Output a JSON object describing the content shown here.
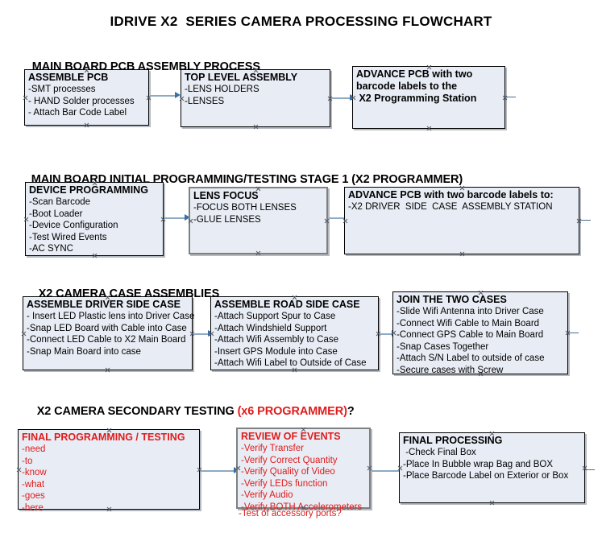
{
  "doc": {
    "title": "IDRIVE X2  SERIES CAMERA PROCESSING FLOWCHART"
  },
  "colors": {
    "box_fill": "#e8edf5",
    "box_border": "#000000",
    "box_border_gray": "#808080",
    "red_text": "#e01b1b",
    "arrow_shaft": "#8ea9c4",
    "arrow_head": "#3a6fa8"
  },
  "sections": [
    {
      "id": "main-board-pcb-assembly",
      "heading": "MAIN BOARD PCB ASSEMBLY PROCESS",
      "heading_red": "",
      "heading_tail": "",
      "boxes": [
        {
          "id": "assemble-pcb",
          "title": "ASSEMBLE PCB",
          "lines": [
            "-SMT processes",
            "- HAND Solder processes",
            "- Attach Bar Code Label"
          ]
        },
        {
          "id": "top-level-assembly",
          "title": "TOP LEVEL ASSEMBLY",
          "lines": [
            "-LENS HOLDERS",
            "-LENSES"
          ]
        },
        {
          "id": "advance-pcb-to-programming-station",
          "title": "ADVANCE PCB with two",
          "lines": [
            "barcode labels to the",
            " X2 Programming Station"
          ]
        }
      ]
    },
    {
      "id": "main-board-initial-programming",
      "heading": "MAIN BOARD INITIAL PROGRAMMING/TESTING STAGE 1 (X2 PROGRAMMER)",
      "heading_red": "",
      "heading_tail": "",
      "boxes": [
        {
          "id": "device-programming",
          "title": "DEVICE PROGRAMMING",
          "lines": [
            "-Scan Barcode",
            "-Boot Loader",
            "-Device Configuration",
            "-Test Wired Events",
            "-AC SYNC"
          ]
        },
        {
          "id": "lens-focus",
          "title": "LENS FOCUS",
          "lines": [
            "-FOCUS BOTH LENSES",
            "-GLUE LENSES"
          ]
        },
        {
          "id": "advance-pcb-to-driver-side-case",
          "title": "ADVANCE PCB with two barcode labels to:",
          "lines": [
            "-X2 DRIVER  SIDE  CASE  ASSEMBLY STATION"
          ]
        }
      ]
    },
    {
      "id": "x2-camera-case-assemblies",
      "heading": "X2 CAMERA CASE ASSEMBLIES",
      "heading_red": "",
      "heading_tail": "",
      "boxes": [
        {
          "id": "assemble-driver-side-case",
          "title": "ASSEMBLE DRIVER SIDE CASE",
          "lines": [
            "- Insert LED Plastic lens into Driver Case",
            "-Snap LED Board with Cable into Case",
            "-Connect LED Cable to X2 Main Board",
            "-Snap Main Board into case"
          ]
        },
        {
          "id": "assemble-road-side-case",
          "title": "ASSEMBLE ROAD SIDE CASE",
          "lines": [
            "-Attach Support Spur to Case",
            "-Attach Windshield Support",
            "-Attach Wifi Assembly to Case",
            "-Insert GPS Module into Case",
            "-Attach Wifi Label to Outside of Case"
          ]
        },
        {
          "id": "join-the-two-cases",
          "title": "JOIN THE TWO CASES",
          "lines": [
            "-Slide Wifi Antenna into Driver Case",
            "-Connect Wifi Cable to Main Board",
            "-Connect GPS Cable to Main Board",
            "-Snap Cases Together",
            "-Attach S/N Label to outside of case",
            "-Secure cases with Screw"
          ]
        }
      ]
    },
    {
      "id": "x2-camera-secondary-testing",
      "heading": "X2 CAMERA SECONDARY TESTING ",
      "heading_red": "(x6 PROGRAMMER)",
      "heading_tail": "?",
      "boxes": [
        {
          "id": "final-programming-testing",
          "title": "FINAL PROGRAMMING / TESTING",
          "lines": [
            "-need",
            "-to",
            "-know",
            "-what",
            "-goes",
            "-here"
          ]
        },
        {
          "id": "review-of-events",
          "title": "REVIEW OF EVENTS",
          "lines": [
            "-Verify Transfer",
            "-Verify Correct Quantity",
            "-Verify Quality of Video",
            "-Verify LEDs function",
            "-Verify Audio",
            "-Verify BOTH Accelerometers"
          ],
          "overflow_line": "-Test of accessory ports?"
        },
        {
          "id": "final-processing",
          "title": "FINAL PROCESSING",
          "lines": [
            " -Check Final Box",
            "-Place In Bubble wrap Bag and BOX",
            "-Place Barcode Label on Exterior or Box"
          ]
        }
      ]
    }
  ]
}
